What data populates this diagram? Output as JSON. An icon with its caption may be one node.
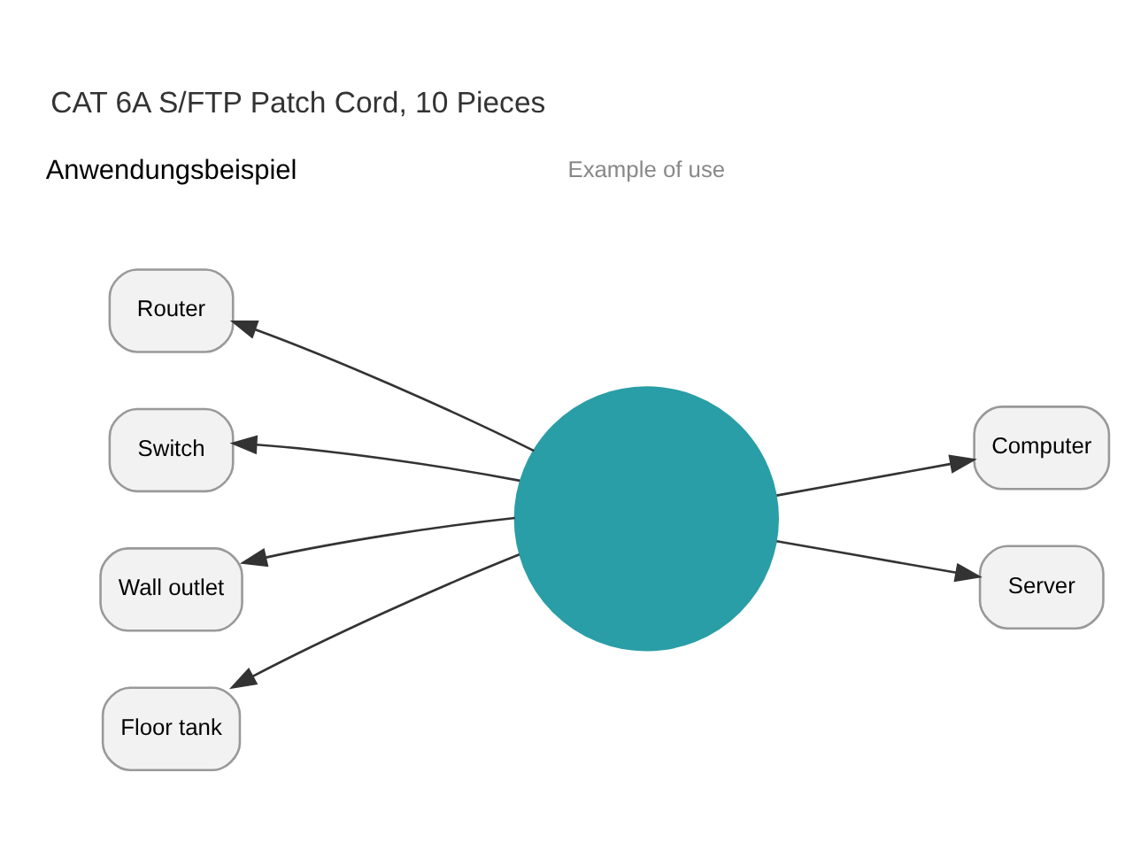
{
  "diagram": {
    "title": "CAT 6A S/FTP Patch Cord, 10 Pieces",
    "nodes": [
      {
        "text": [
          "Router"
        ]
      },
      {
        "text": [
          "Switch"
        ]
      },
      {
        "text": [
          "Wall outlet"
        ]
      },
      {
        "text": [
          "Floor tank"
        ]
      },
      {
        "text": [],
        "shape": "circle"
      },
      {
        "text": [
          "Computer"
        ]
      },
      {
        "text": [
          "Server"
        ]
      }
    ],
    "edges": [
      {
        "from": 4,
        "to": 0,
        "arrow": "to"
      },
      {
        "from": 4,
        "to": 1,
        "arrow": "to"
      },
      {
        "from": 4,
        "to": 2,
        "arrow": "to"
      },
      {
        "from": 4,
        "to": 3,
        "arrow": "to"
      },
      {
        "from": 4,
        "to": 5,
        "arrow": "to"
      },
      {
        "from": 4,
        "to": 6,
        "arrow": "to"
      }
    ],
    "labels": [
      "Anwendungsbeispiel",
      "Example of use"
    ]
  }
}
